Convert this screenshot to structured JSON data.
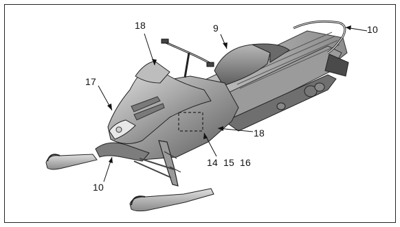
{
  "figure": {
    "callouts": {
      "c_18_top": "18",
      "c_9": "9",
      "c_10_top": "10",
      "c_17": "17",
      "c_18_right": "18",
      "c_14": "14",
      "c_15": "15",
      "c_16": "16",
      "c_10_bottom": "10"
    }
  }
}
